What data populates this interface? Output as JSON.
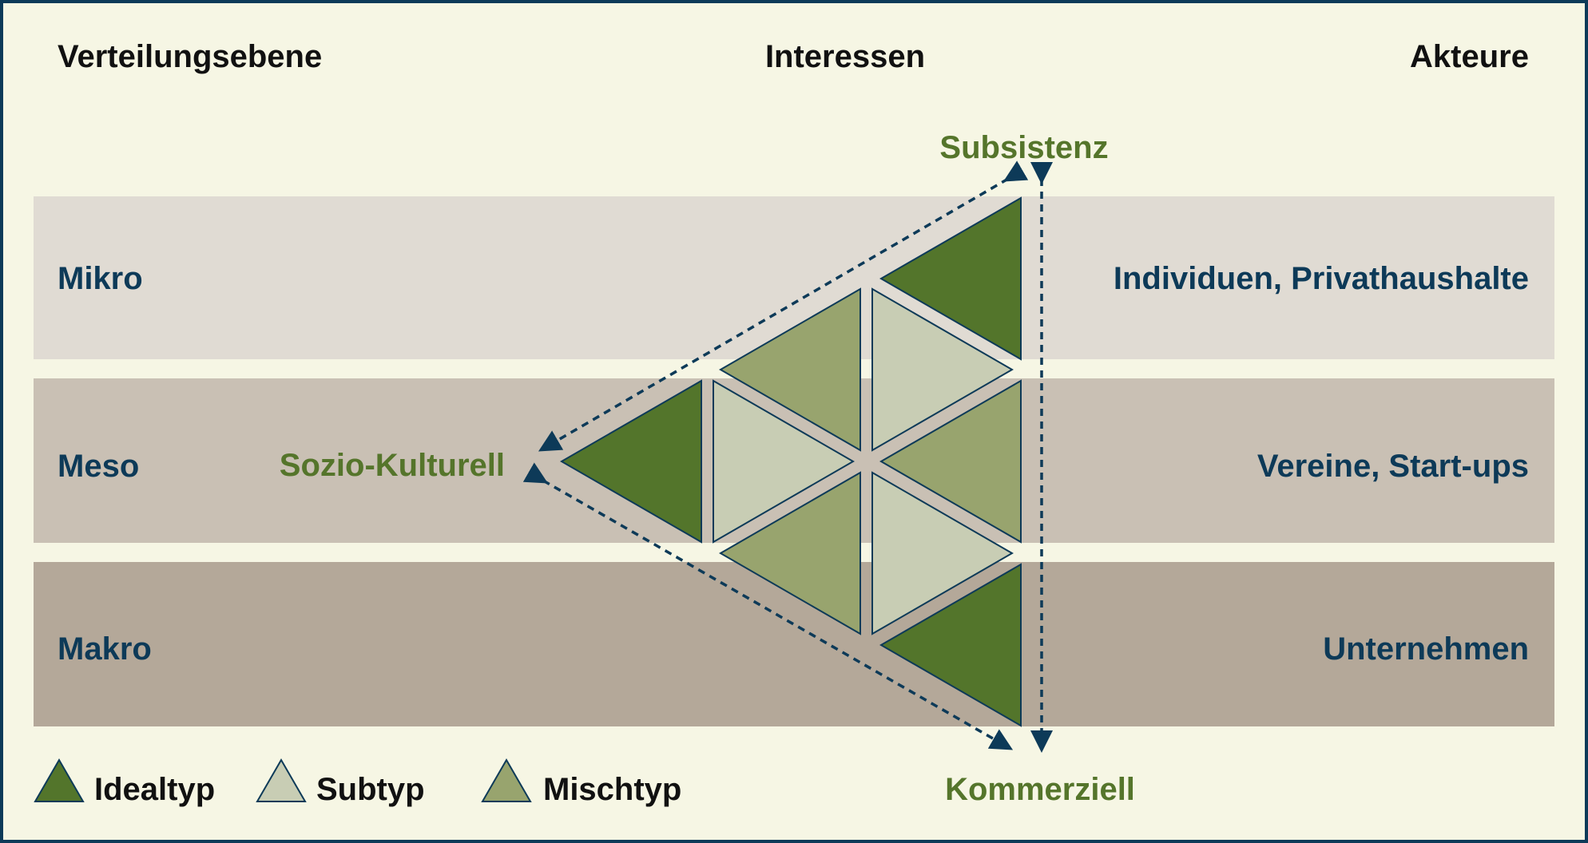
{
  "headers": {
    "left": "Verteilungsebene",
    "center": "Interessen",
    "right": "Akteure"
  },
  "levels": [
    {
      "name": "Mikro",
      "actors": "Individuen, Privathaushalte"
    },
    {
      "name": "Meso",
      "actors": "Vereine, Start-ups"
    },
    {
      "name": "Makro",
      "actors": "Unternehmen"
    }
  ],
  "interests": {
    "top": "Subsistenz",
    "left": "Sozio-Kulturell",
    "bottom": "Kommerziell"
  },
  "legend": [
    {
      "label": "Idealtyp",
      "color": "#53752b"
    },
    {
      "label": "Subtyp",
      "color": "#c8cdb4"
    },
    {
      "label": "Mischtyp",
      "color": "#98a46e"
    }
  ],
  "colors": {
    "background": "#f6f6e4",
    "frame": "#0d3a58",
    "band_mikro": "#e0dbd3",
    "band_meso": "#c9c0b4",
    "band_makro": "#b4a899",
    "level_text": "#0d3a58",
    "interest_text": "#55752b"
  }
}
